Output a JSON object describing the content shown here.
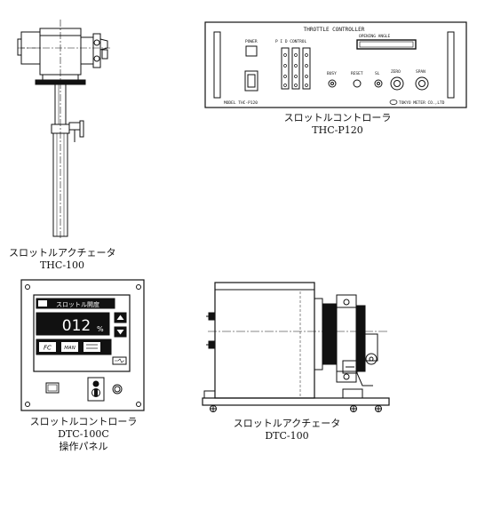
{
  "figures": {
    "thc100": {
      "name": "スロットルアクチェータ",
      "model": "THC-100"
    },
    "thcp120": {
      "name": "スロットルコントローラ",
      "model": "THC-P120",
      "panel": {
        "title": "THROTTLE CONTROLLER",
        "power": "POWER",
        "pid": "P I D CONTROL",
        "opening": "OPENING ANGLE",
        "knobs": [
          "BUSY",
          "RESET",
          "SL",
          "ZERO",
          "SPAN"
        ],
        "model_plate": "MODEL THC-P120",
        "maker": "TOKYO METER CO.,LTD"
      }
    },
    "dtc100c": {
      "name": "スロットルコントローラ",
      "model": "DTC-100C",
      "sub": "操作パネル",
      "panel": {
        "header": "スロットル開度",
        "value": "012",
        "unit": "%",
        "btn_fc": "FC",
        "btn_man": "MAN"
      }
    },
    "dtc100": {
      "name": "スロットルアクチェータ",
      "model": "DTC-100"
    }
  }
}
